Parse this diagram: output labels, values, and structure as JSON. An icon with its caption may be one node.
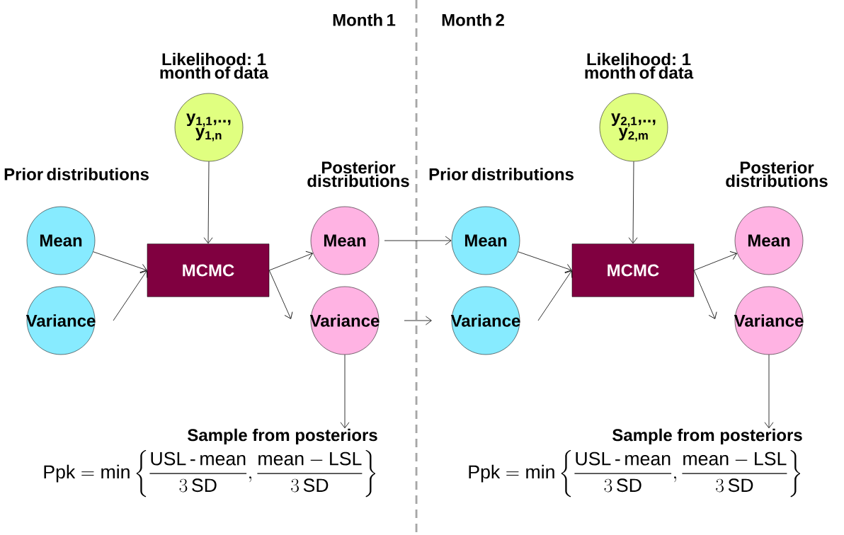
{
  "diagram": {
    "nodes": [
      {
        "text": [
          "y$_{1,1}$,.., y$_{1,n}$"
        ],
        "beside": [
          "Likelihood: 1 month of data"
        ]
      },
      {
        "text": [
          "Mean"
        ]
      },
      {
        "text": [
          "Variance"
        ]
      },
      {
        "text": [
          "MCMC"
        ]
      },
      {
        "text": [
          "Mean"
        ]
      },
      {
        "text": [
          "Variance"
        ]
      },
      {
        "text": [
          "Sample from posteriors",
          "\\mathrm{Ppk}=\\min\\left\\{\\frac{\\mathrm{USL\\,\\text{-}\\,mean}}{3\\,\\mathrm{SD}},\\frac{\\mathrm{mean}-\\mathrm{LSL}}{3\\,\\mathrm{SD}}\\right\\}"
        ]
      },
      {
        "text": [
          "y$_{2,1}$,.., y$_{2,m}$"
        ],
        "beside": [
          "Likelihood: 1 month of data"
        ]
      },
      {
        "text": [
          "Mean"
        ]
      },
      {
        "text": [
          "Variance"
        ]
      },
      {
        "text": [
          "MCMC"
        ]
      },
      {
        "text": [
          "Mean"
        ]
      },
      {
        "text": [
          "Variance"
        ]
      },
      {
        "text": [
          "Sample from posteriors",
          "\\mathrm{Ppk}=\\min\\left\\{\\frac{\\mathrm{USL\\,\\text{-}\\,mean}}{3\\,\\mathrm{SD}},\\frac{\\mathrm{mean}-\\mathrm{LSL}}{3\\,\\mathrm{SD}}\\right\\}"
        ]
      }
    ],
    "edges": [
      {
        "from": 0,
        "to": 3,
        "arrow": "to"
      },
      {
        "from": 1,
        "to": 3,
        "arrow": "to"
      },
      {
        "from": 2,
        "to": 3,
        "arrow": "to"
      },
      {
        "from": 3,
        "to": 4,
        "arrow": "to"
      },
      {
        "from": 3,
        "to": 5,
        "arrow": "to"
      },
      {
        "from": 5,
        "to": 6,
        "arrow": "to"
      },
      {
        "from": 4,
        "to": 8,
        "arrow": "to"
      },
      {
        "from": 5,
        "to": 9,
        "arrow": "to"
      },
      {
        "from": 7,
        "to": 10,
        "arrow": "to"
      },
      {
        "from": 8,
        "to": 10,
        "arrow": "to"
      },
      {
        "from": 9,
        "to": 10,
        "arrow": "to"
      },
      {
        "from": 10,
        "to": 11,
        "arrow": "to"
      },
      {
        "from": 10,
        "to": 12,
        "arrow": "to"
      },
      {
        "from": 12,
        "to": 13,
        "arrow": "to"
      }
    ],
    "labels": [
      "Month 1",
      "Month 2",
      "Prior distributions",
      "Posterior distributions",
      "Prior distributions",
      "Posterior distributions"
    ]
  }
}
